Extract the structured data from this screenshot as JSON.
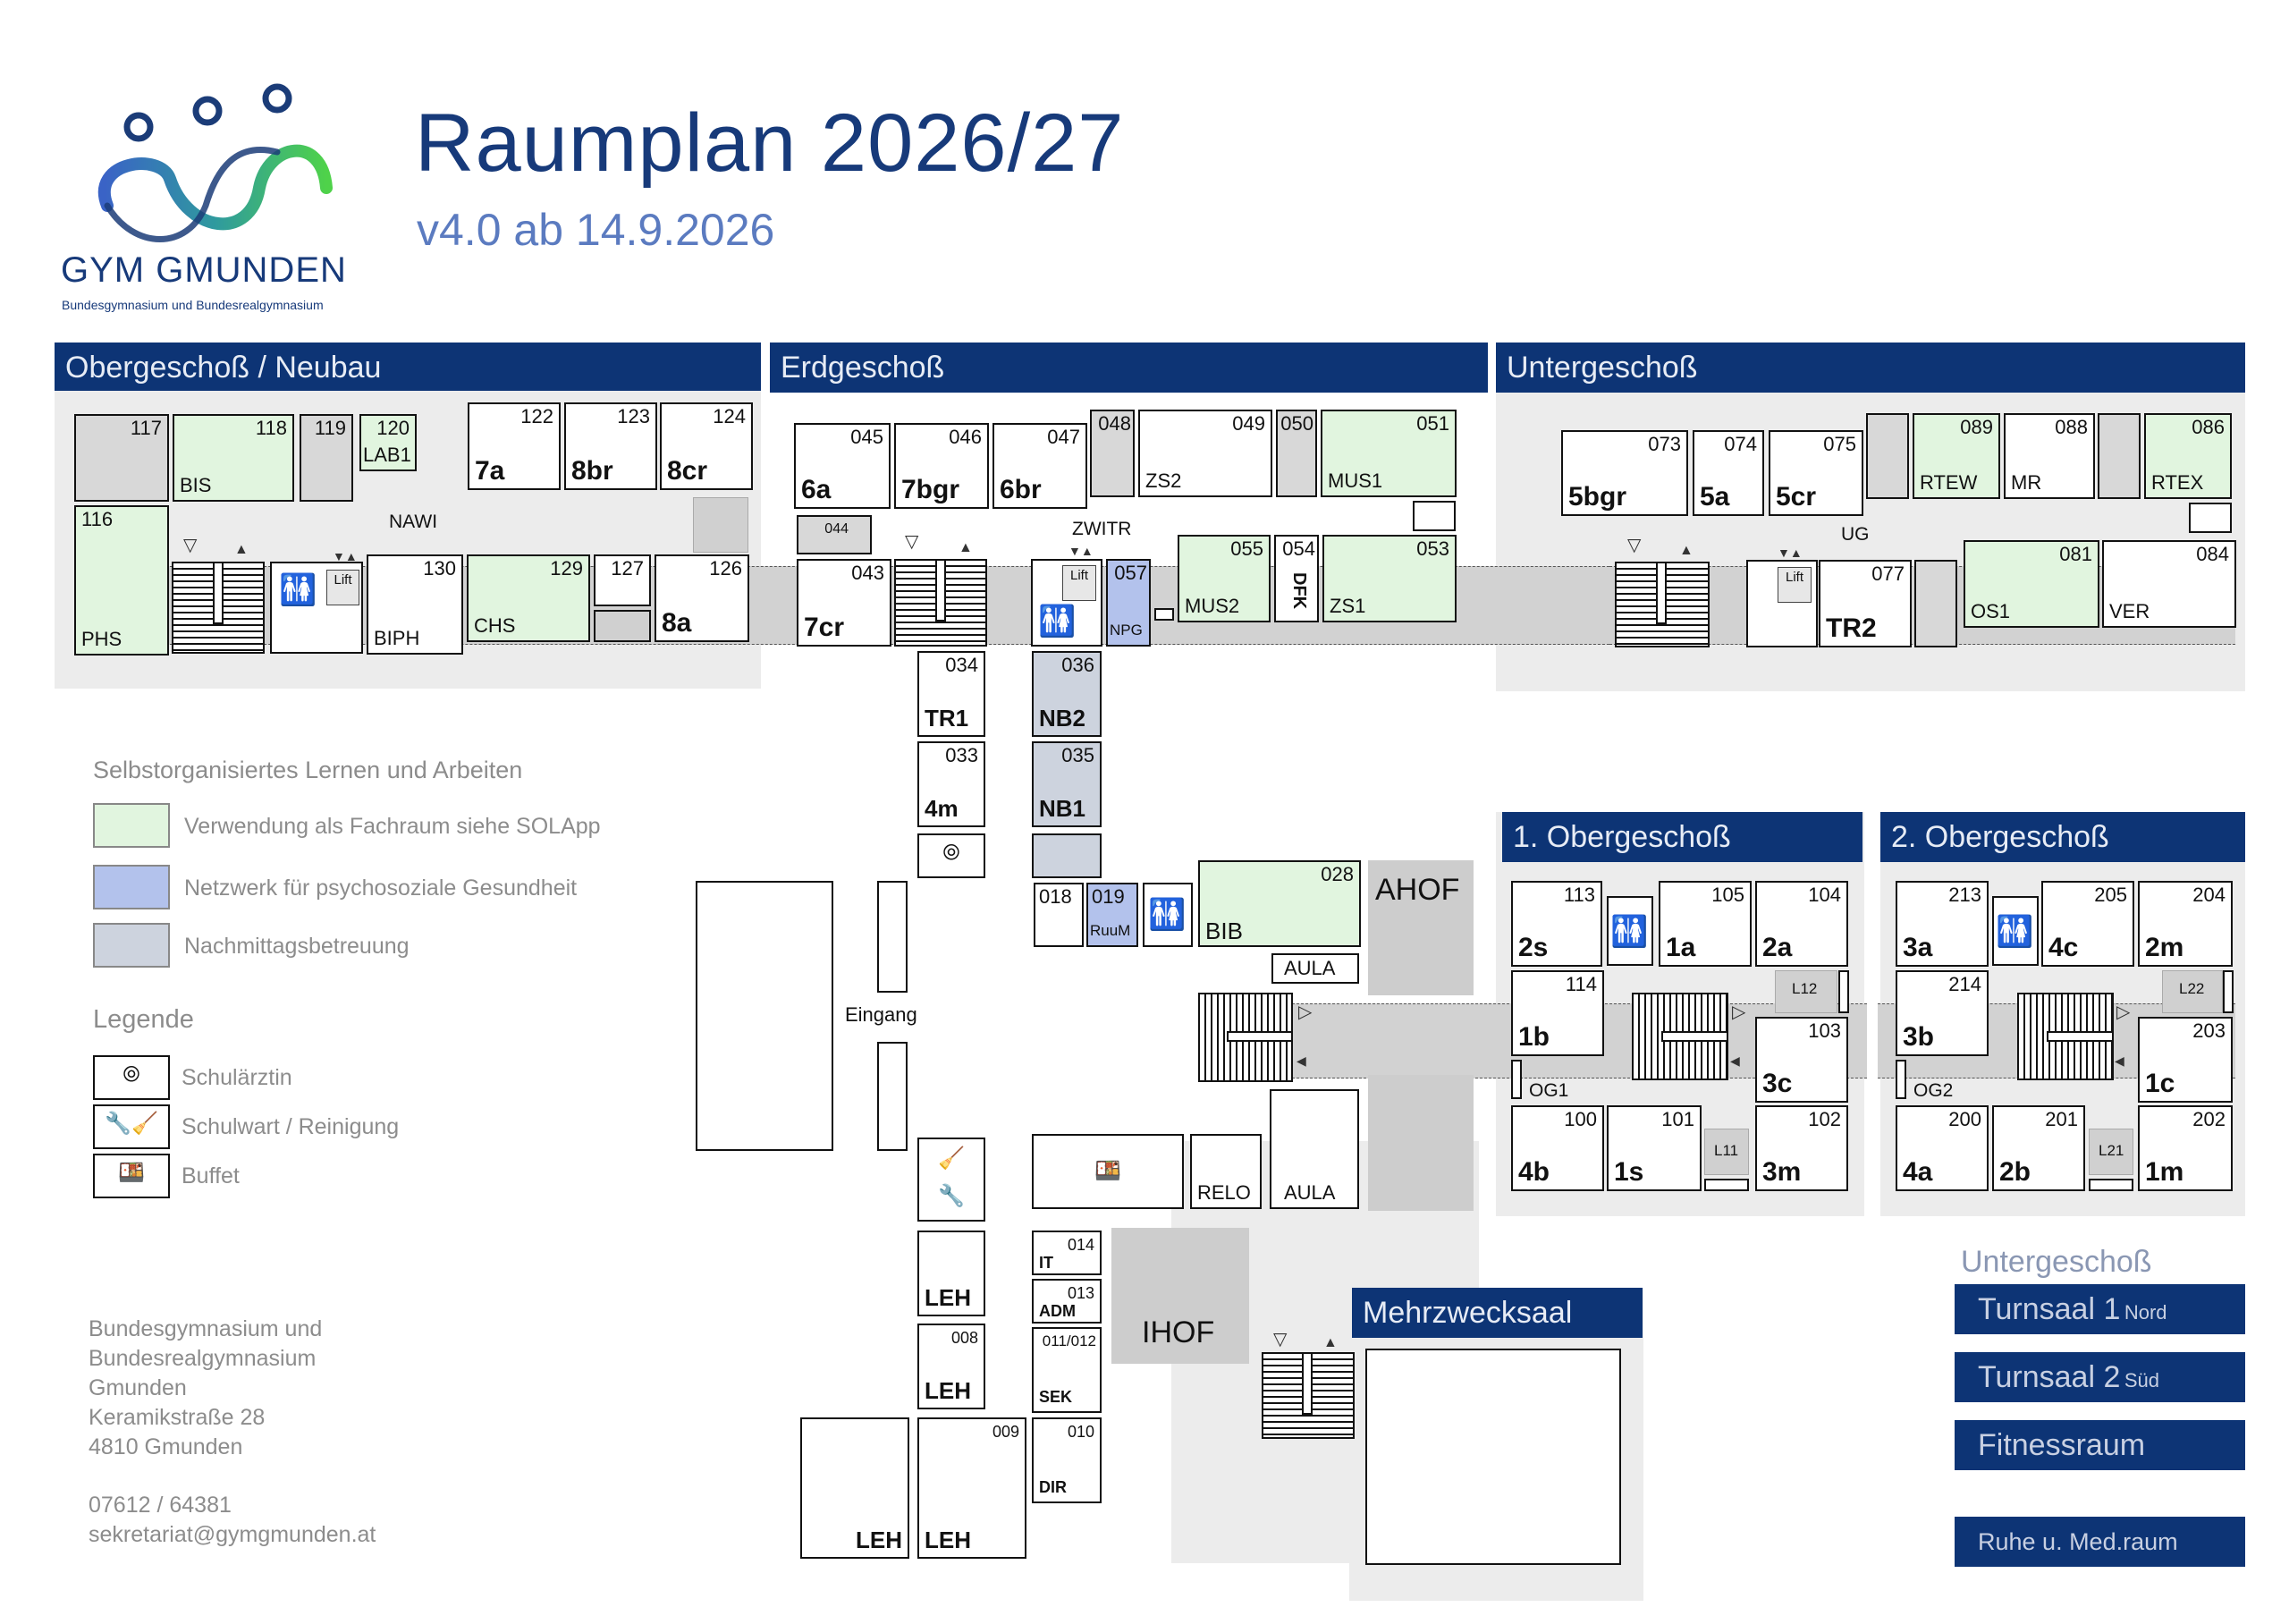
{
  "logo": {
    "name": "GYM GMUNDEN",
    "sub": "Bundesgymnasium und Bundesrealgymnasium"
  },
  "title": "Raumplan 2026/27",
  "subtitle": "v4.0 ab 14.9.2026",
  "sections": {
    "og_neubau": "Obergeschoß / Neubau",
    "eg": "Erdgeschoß",
    "ug": "Untergeschoß",
    "og1": "1. Obergeschoß",
    "og2": "2. Obergeschoß",
    "mehrzweck": "Mehrzwecksaal"
  },
  "colors": {
    "header": "#0d3475",
    "fachraum": "#e1f5df",
    "netzwerk": "#b3c2ec",
    "nachmittag": "#cdd3de",
    "panel": "#ececec",
    "corridor": "#d2d2d2"
  },
  "legend": {
    "sola_title": "Selbstorganisiertes Lernen und Arbeiten",
    "items": [
      "Verwendung als Fachraum siehe SOLApp",
      "Netzwerk für psychosoziale Gesundheit",
      "Nachmittagsbetreuung"
    ],
    "legende_title": "Legende",
    "symbols": [
      "Schulärztin",
      "Schulwart / Reinigung",
      "Buffet"
    ]
  },
  "address": {
    "lines": [
      "Bundesgymnasium und",
      "Bundesrealgymnasium",
      "Gmunden",
      "Keramikstraße 28",
      "4810 Gmunden"
    ],
    "phone": "07612 / 64381",
    "email": "sekretariat@gymgmunden.at"
  },
  "labels": {
    "nawi": "NAWI",
    "zwitr": "ZWITR",
    "ug": "UG",
    "eingang": "Eingang",
    "lift": "Lift",
    "ahof": "AHOF",
    "ihof": "IHOF",
    "aula": "AULA",
    "og1": "OG1",
    "og2": "OG2"
  },
  "ug_buttons": {
    "title": "Untergeschoß",
    "items": [
      {
        "main": "Turnsaal 1",
        "sub": "Nord"
      },
      {
        "main": "Turnsaal 2",
        "sub": "Süd"
      },
      {
        "main": "Fitnessraum",
        "sub": ""
      },
      {
        "main": "Ruhe u. Med.raum",
        "sub": ""
      }
    ]
  },
  "rooms": {
    "r117": {
      "num": "117"
    },
    "r118": {
      "num": "118",
      "label": "BIS"
    },
    "r119": {
      "num": "119"
    },
    "r120": {
      "num": "120",
      "label": "LAB1"
    },
    "r122": {
      "num": "122",
      "label": "7a"
    },
    "r123": {
      "num": "123",
      "label": "8br"
    },
    "r124": {
      "num": "124",
      "label": "8cr"
    },
    "r116": {
      "num": "116",
      "label": "PHS"
    },
    "r130": {
      "num": "130",
      "label": "BIPH"
    },
    "r129": {
      "num": "129",
      "label": "CHS"
    },
    "r127": {
      "num": "127"
    },
    "r126": {
      "num": "126",
      "label": "8a"
    },
    "r045": {
      "num": "045",
      "label": "6a"
    },
    "r046": {
      "num": "046",
      "label": "7bgr"
    },
    "r047": {
      "num": "047",
      "label": "6br"
    },
    "r048": {
      "num": "048"
    },
    "r049": {
      "num": "049",
      "label": "ZS2"
    },
    "r050": {
      "num": "050"
    },
    "r051": {
      "num": "051",
      "label": "MUS1"
    },
    "r044": {
      "num": "044"
    },
    "r043": {
      "num": "043",
      "label": "7cr"
    },
    "r057": {
      "num": "057",
      "label": "NPG"
    },
    "r055": {
      "num": "055",
      "label": "MUS2"
    },
    "r054": {
      "num": "054",
      "label": "DFK"
    },
    "r053": {
      "num": "053",
      "label": "ZS1"
    },
    "r034": {
      "num": "034",
      "label": "TR1"
    },
    "r036": {
      "num": "036",
      "label": "NB2"
    },
    "r033": {
      "num": "033",
      "label": "4m"
    },
    "r035": {
      "num": "035",
      "label": "NB1"
    },
    "r018": {
      "num": "018"
    },
    "r019": {
      "num": "019",
      "label": "RuuM"
    },
    "r028": {
      "num": "028",
      "label": "BIB"
    },
    "rrelo": {
      "label": "RELO"
    },
    "rleh1": {
      "label": "LEH"
    },
    "r008": {
      "num": "008",
      "label": "LEH"
    },
    "r009": {
      "num": "009",
      "label": "LEH"
    },
    "rleh4": {
      "label": "LEH"
    },
    "r014": {
      "num": "014",
      "label": "IT"
    },
    "r013": {
      "num": "013",
      "label": "ADM"
    },
    "r011": {
      "num": "011/012",
      "label": "SEK"
    },
    "r010": {
      "num": "010",
      "label": "DIR"
    },
    "r073": {
      "num": "073",
      "label": "5bgr"
    },
    "r074": {
      "num": "074",
      "label": "5a"
    },
    "r075": {
      "num": "075",
      "label": "5cr"
    },
    "r089": {
      "num": "089",
      "label": "RTEW"
    },
    "r088": {
      "num": "088",
      "label": "MR"
    },
    "r086": {
      "num": "086",
      "label": "RTEX"
    },
    "r077": {
      "num": "077",
      "label": "TR2"
    },
    "r081": {
      "num": "081",
      "label": "OS1"
    },
    "r084": {
      "num": "084",
      "label": "VER"
    },
    "r113": {
      "num": "113",
      "label": "2s"
    },
    "r105": {
      "num": "105",
      "label": "1a"
    },
    "r104": {
      "num": "104",
      "label": "2a"
    },
    "r114": {
      "num": "114",
      "label": "1b"
    },
    "r103": {
      "num": "103",
      "label": "3c"
    },
    "r100": {
      "num": "100",
      "label": "4b"
    },
    "r101": {
      "num": "101",
      "label": "1s"
    },
    "r102": {
      "num": "102",
      "label": "3m"
    },
    "l12": {
      "label": "L12"
    },
    "l11": {
      "label": "L11"
    },
    "r213": {
      "num": "213",
      "label": "3a"
    },
    "r205": {
      "num": "205",
      "label": "4c"
    },
    "r204": {
      "num": "204",
      "label": "2m"
    },
    "r214": {
      "num": "214",
      "label": "3b"
    },
    "r203": {
      "num": "203",
      "label": "1c"
    },
    "r200": {
      "num": "200",
      "label": "4a"
    },
    "r201": {
      "num": "201",
      "label": "2b"
    },
    "r202": {
      "num": "202",
      "label": "1m"
    },
    "l22": {
      "label": "L22"
    },
    "l21": {
      "label": "L21"
    }
  }
}
